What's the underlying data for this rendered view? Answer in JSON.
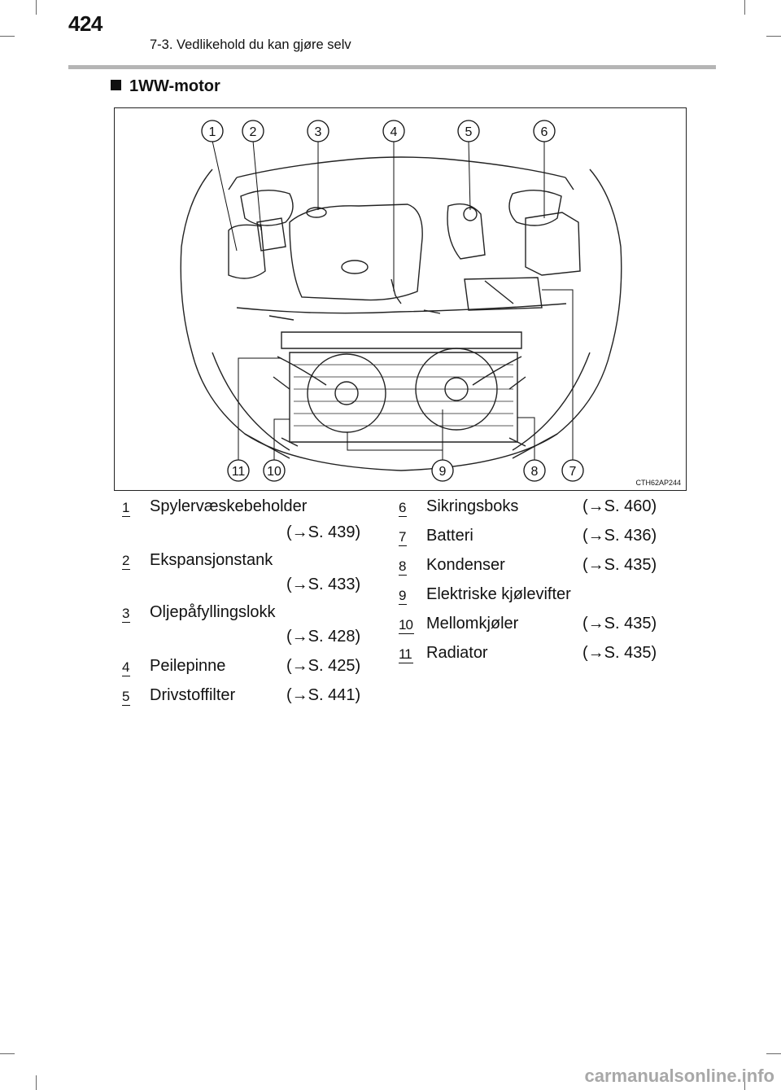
{
  "header": {
    "page_number": "424",
    "chapter": "7-3. Vedlikehold du kan gjøre selv"
  },
  "section": {
    "title": "1WW-motor"
  },
  "figure": {
    "code": "CTH62AP244",
    "callouts_top": [
      "1",
      "2",
      "3",
      "4",
      "5",
      "6"
    ],
    "callouts_bottom": [
      "11",
      "10",
      "9",
      "8",
      "7"
    ]
  },
  "legend": [
    {
      "num": "1",
      "label": "Spylervæskebeholder",
      "ref": "(→S. 439)"
    },
    {
      "num": "2",
      "label": "Ekspansjonstank",
      "ref": "(→S. 433)"
    },
    {
      "num": "3",
      "label": "Oljepåfyllingslokk",
      "ref": "(→S. 428)"
    },
    {
      "num": "4",
      "label": "Peilepinne",
      "ref": "(→S. 425)"
    },
    {
      "num": "5",
      "label": "Drivstoffilter",
      "ref": "(→S. 441)"
    },
    {
      "num": "6",
      "label": "Sikringsboks",
      "ref": "(→S. 460)"
    },
    {
      "num": "7",
      "label": "Batteri",
      "ref": "(→S. 436)"
    },
    {
      "num": "8",
      "label": "Kondenser",
      "ref": "(→S. 435)"
    },
    {
      "num": "9",
      "label": "Elektriske kjølevifter",
      "ref": ""
    },
    {
      "num": "10",
      "label": "Mellomkjøler",
      "ref": "(→S. 435)"
    },
    {
      "num": "11",
      "label": "Radiator",
      "ref": "(→S. 435)"
    }
  ],
  "watermark": "carmanualsonline.info"
}
